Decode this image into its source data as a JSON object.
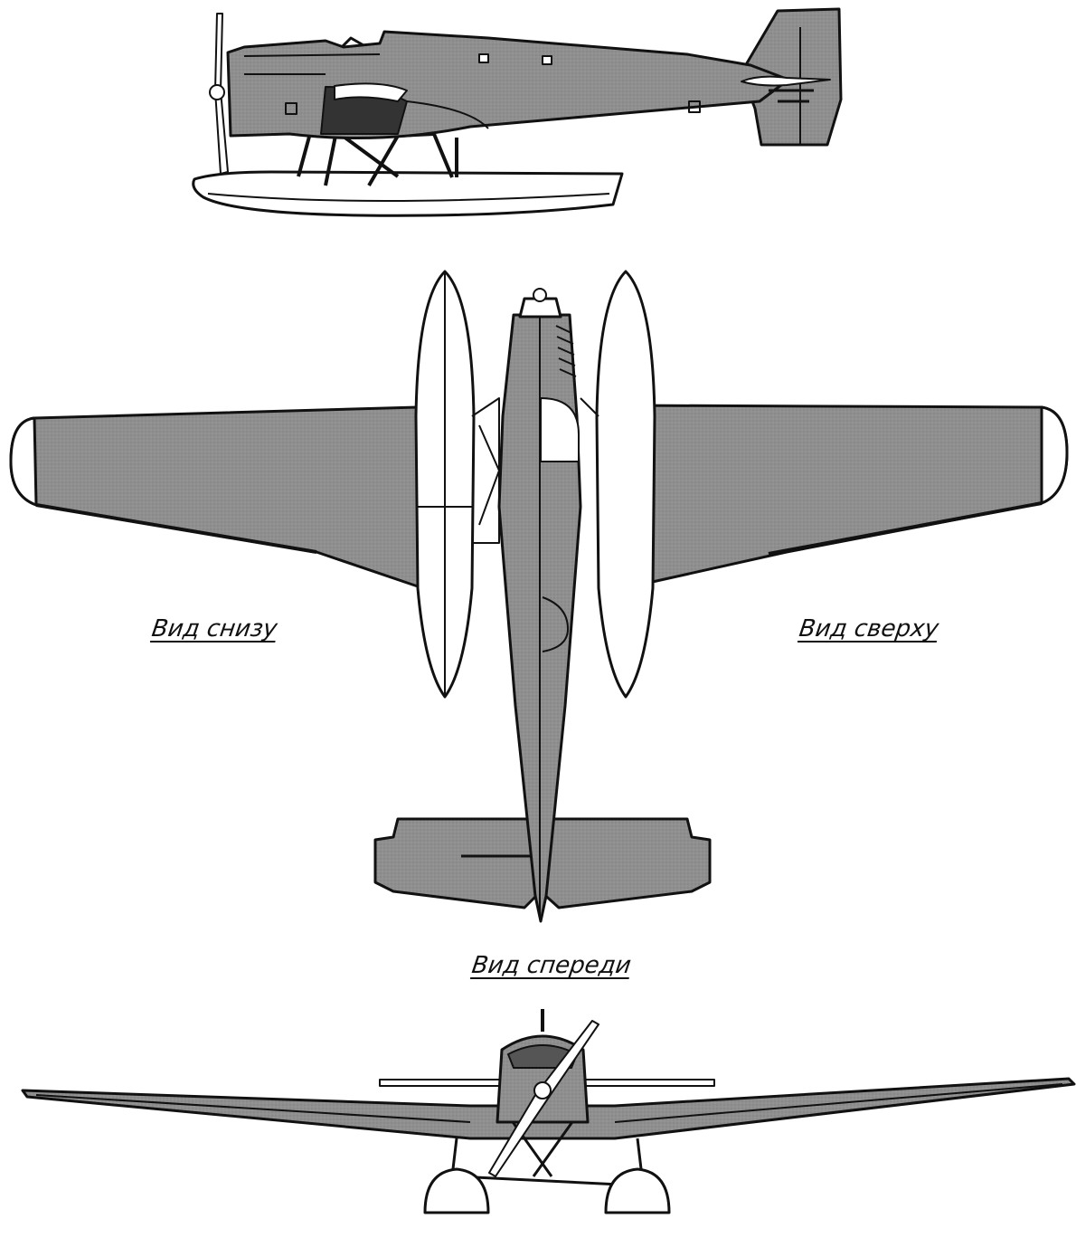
{
  "labels": {
    "bottom_view": "Вид снизу",
    "top_view": "Вид сверху",
    "front_view": "Вид спереди"
  },
  "colors": {
    "fill": "#8f8f8f",
    "fill_dark": "#555555",
    "outline": "#111111",
    "white": "#ffffff"
  }
}
